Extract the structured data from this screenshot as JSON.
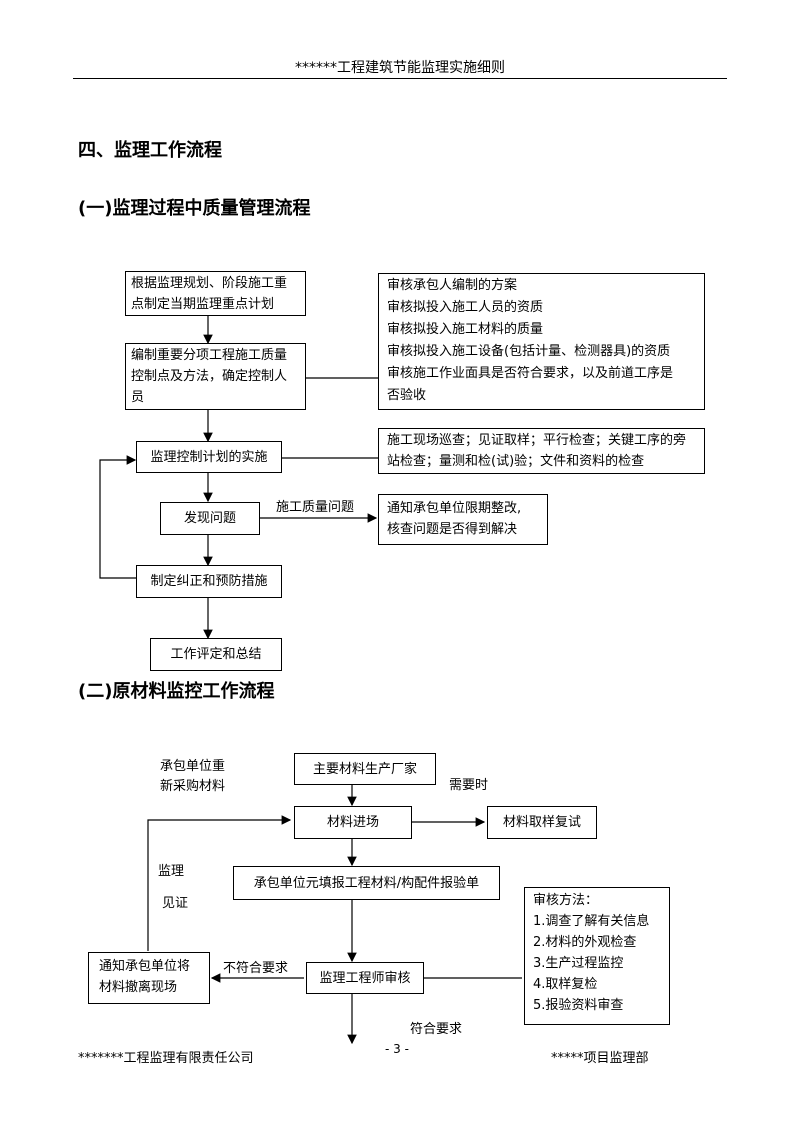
{
  "header": {
    "title": "******工程建筑节能监理实施细则"
  },
  "section": {
    "title": "四、监理工作流程"
  },
  "part1": {
    "title": "(一)监理过程中质量管理流程",
    "box1": [
      "根据监理规划、阶段施工重",
      "点制定当期监理重点计划"
    ],
    "box2": [
      "编制重要分项工程施工质量",
      "控制点及方法，确定控制人",
      "员"
    ],
    "box3": "监理控制计划的实施",
    "box4": "发现问题",
    "box5": "制定纠正和预防措施",
    "box6": "工作评定和总结",
    "review_box": [
      "审核承包人编制的方案",
      "审核拟投入施工人员的资质",
      "审核拟投入施工材料的质量",
      "审核拟投入施工设备(包括计量、检测器具)的资质",
      "审核施工作业面具是否符合要求，以及前道工序是",
      "否验收"
    ],
    "inspect_box": [
      "施工现场巡查；见证取样；平行检查；关键工序的旁",
      "站检查；量测和检(试)验；文件和资料的检查"
    ],
    "issue_label": "施工质量问题",
    "notify_box": [
      "通知承包单位限期整改,",
      "核查问题是否得到解决"
    ]
  },
  "part2": {
    "title": "(二)原材料监控工作流程",
    "left_note": [
      "承包单位重",
      "新采购材料"
    ],
    "manufacturer": "主要材料生产厂家",
    "need_label": "需要时",
    "material_in": "材料进场",
    "sample_retest": "材料取样复试",
    "supervisor_label": "监理",
    "witness_label": "见证",
    "report_form": "承包单位元填报工程材料/构配件报验单",
    "review_title": "审核方法：",
    "review_methods": [
      "1.调查了解有关信息",
      "2.材料的外观检查",
      "3.生产过程监控",
      "4.取样复检",
      "5.报验资料审查"
    ],
    "notify_remove": [
      "通知承包单位将",
      "材料撤离现场"
    ],
    "not_conform": "不符合要求",
    "engineer_review": "监理工程师审核",
    "conform": "符合要求"
  },
  "footer": {
    "company": "*******工程监理有限责任公司",
    "page": "- 3 -",
    "dept": "*****项目监理部"
  }
}
